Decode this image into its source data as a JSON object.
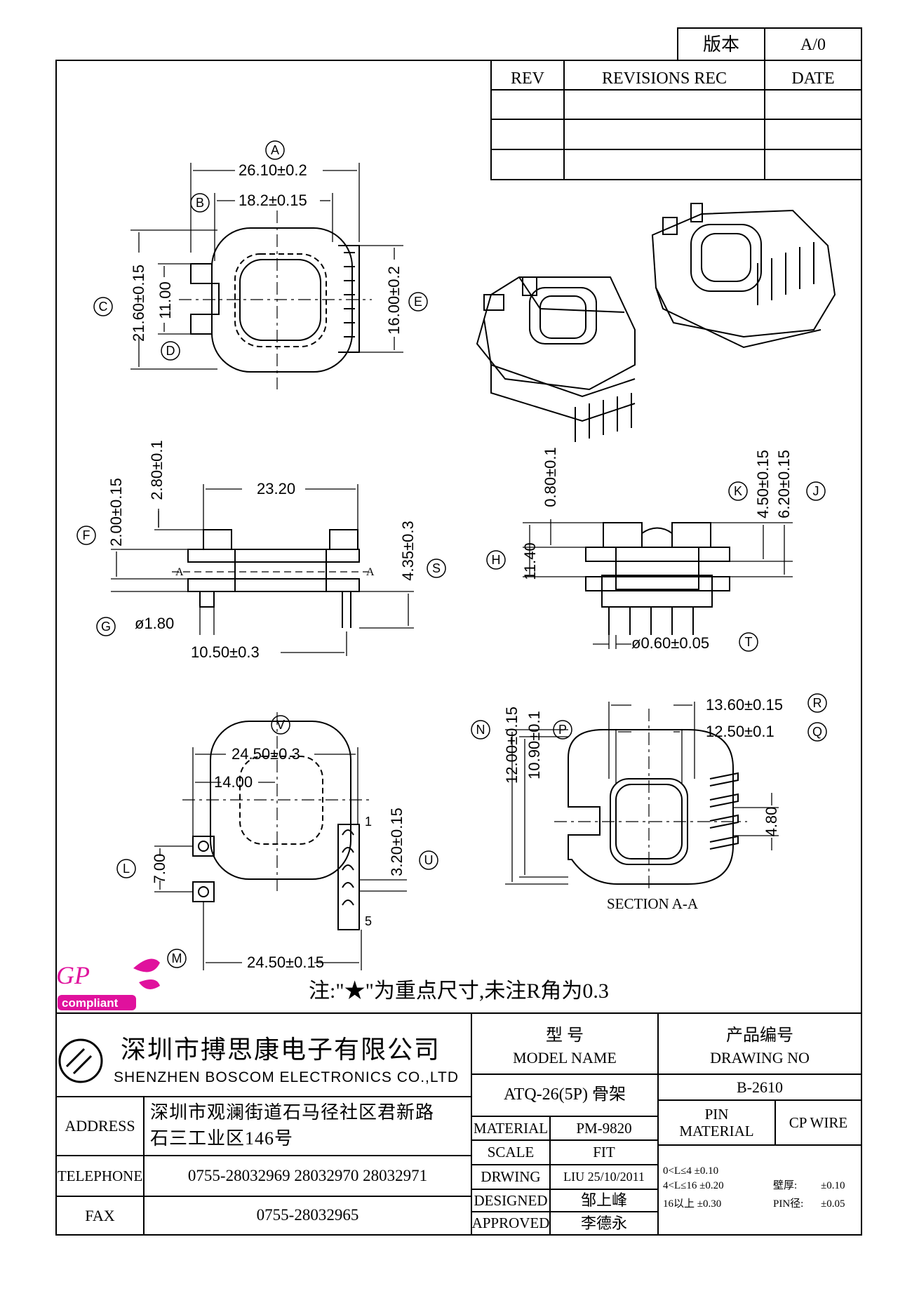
{
  "version_box": {
    "label": "版本",
    "value": "A/0"
  },
  "revisions": {
    "headers": [
      "REV",
      "REVISIONS REC",
      "DATE"
    ]
  },
  "views": {
    "top": {
      "dims": {
        "A": "26.10±0.2",
        "B": "18.2±0.15",
        "C": "21.60±0.15",
        "D": "11.00",
        "E": "16.00±0.2"
      },
      "callouts": [
        "A",
        "B",
        "C",
        "D",
        "E"
      ]
    },
    "side": {
      "dims": {
        "top_len": "23.20",
        "F": "2.00±0.15",
        "upper": "2.80±0.1",
        "S": "4.35±0.3",
        "G": "ø1.80",
        "bottom_len": "10.50±0.3"
      },
      "section_mark": "A",
      "callouts": [
        "F",
        "G",
        "S"
      ]
    },
    "front": {
      "dims": {
        "top": "0.80±0.1",
        "H": "11.40",
        "K": "4.50±0.15",
        "J": "6.20±0.15",
        "T": "ø0.60±0.05"
      },
      "callouts": [
        "H",
        "K",
        "J",
        "T"
      ]
    },
    "bottom": {
      "dims": {
        "V": "24.50±0.3",
        "inner": "14.00",
        "L": "7.00",
        "U": "3.20±0.15",
        "M": "24.50±0.15"
      },
      "pins": [
        "1",
        "5"
      ],
      "callouts": [
        "V",
        "L",
        "U",
        "M"
      ]
    },
    "section": {
      "dims": {
        "N": "12.00±0.15",
        "P": "10.90±0.1",
        "R": "13.60±0.15",
        "Q": "12.50±0.1",
        "height": "4.80"
      },
      "label": "SECTION A-A",
      "callouts": [
        "N",
        "P",
        "R",
        "Q"
      ]
    }
  },
  "note": "注:\"★\"为重点尺寸,未注R角为0.3",
  "logo": {
    "line1": "GP",
    "line2": "compliant",
    "color": "#e0119d"
  },
  "title_block": {
    "company_cn": "深圳市搏思康电子有限公司",
    "company_en": "SHENZHEN BOSCOM ELECTRONICS CO.,LTD",
    "model_name_cn": "型     号",
    "model_name_en": "MODEL NAME",
    "drawing_no_cn": "产品编号",
    "drawing_no_en": "DRAWING NO",
    "model_value": "ATQ-26(5P) 骨架",
    "drawing_no_value": "B-2610",
    "address_label": "ADDRESS",
    "address_line1": "深圳市观澜街道石马径社区君新路",
    "address_line2": "石三工业区146号",
    "telephone_label": "TELEPHONE",
    "telephone_value": "0755-28032969 28032970 28032971",
    "fax_label": "FAX",
    "fax_value": "0755-28032965",
    "material_label": "MATERIAL",
    "material_value": "PM-9820",
    "scale_label": "SCALE",
    "scale_value": "FIT",
    "drwing_label": "DRWING",
    "drwing_value": "LIU 25/10/2011",
    "designed_label": "DESIGNED",
    "designed_value": "邹上峰",
    "approved_label": "APPROVED",
    "approved_value": "李德永",
    "pin_material_label": "PIN\nMATERIAL",
    "pin_material_value": "CP WIRE",
    "tolerance": {
      "row1": "0<L≤4  ±0.10",
      "row2": "4<L≤16  ±0.20",
      "row3": "16以上     ±0.30",
      "wall_label": "壁厚:",
      "wall_value": "±0.10",
      "pin_label": "PIN径:",
      "pin_value": "±0.05"
    }
  }
}
